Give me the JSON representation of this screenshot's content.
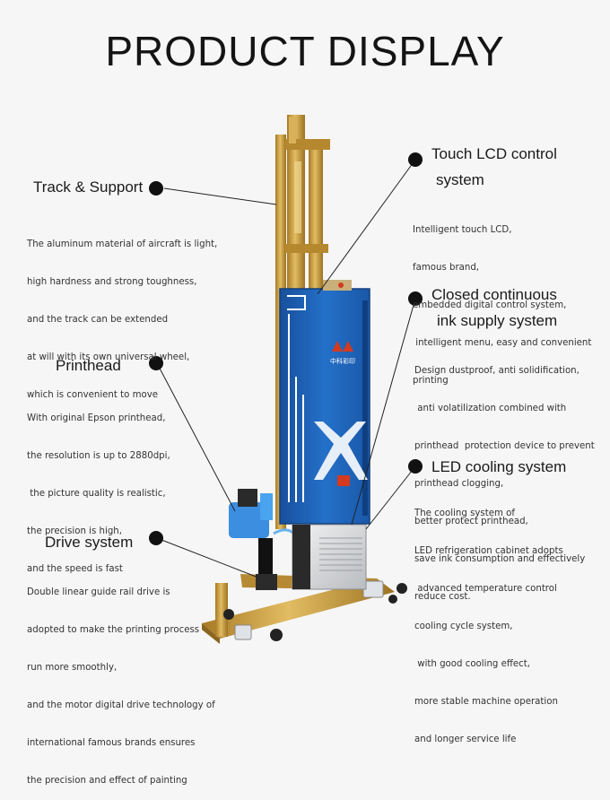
{
  "title": "PRODUCT DISPLAY",
  "logo_text": "中科彩印",
  "features": {
    "track": {
      "heading": "Track & Support",
      "lines": [
        "The aluminum material of aircraft is light,",
        "high hardness and strong toughness,",
        "and the track can be extended",
        "at will with its own universal wheel,",
        "which is convenient to move"
      ]
    },
    "printhead": {
      "heading": "Printhead",
      "lines": [
        "With original Epson printhead,",
        "the resolution is up to 2880dpi,",
        " the picture quality is realistic,",
        "the precision is high,",
        "and the speed is fast"
      ]
    },
    "drive": {
      "heading": "Drive system",
      "lines": [
        "Double linear guide rail drive is",
        "adopted to make the printing process",
        "run more smoothly,",
        "and the motor digital drive technology of",
        "international famous brands ensures",
        "the precision and effect of painting"
      ]
    },
    "touch": {
      "heading1": "Touch LCD control",
      "heading2": "system",
      "lines": [
        "Intelligent touch LCD,",
        "famous brand,",
        "embedded digital control system,",
        " intelligent menu, easy and convenient",
        "printing"
      ]
    },
    "ink": {
      "heading1": "Closed continuous",
      "heading2": "ink supply system",
      "lines": [
        "Design dustproof, anti solidification,",
        " anti volatilization combined with",
        "printhead  protection device to prevent",
        "printhead clogging,",
        "better protect printhead,",
        "save ink consumption and effectively",
        "reduce cost."
      ]
    },
    "led": {
      "heading": "LED cooling system",
      "lines": [
        "The cooling system of",
        "LED refrigeration cabinet adopts",
        " advanced temperature control",
        "cooling cycle system,",
        " with good cooling effect,",
        "more stable machine operation",
        "and longer service life"
      ]
    }
  },
  "colors": {
    "cabinet_blue": "#1f63b8",
    "rail_gold": "#c79a3c",
    "dot": "#111111",
    "accent_red": "#d43a20"
  }
}
